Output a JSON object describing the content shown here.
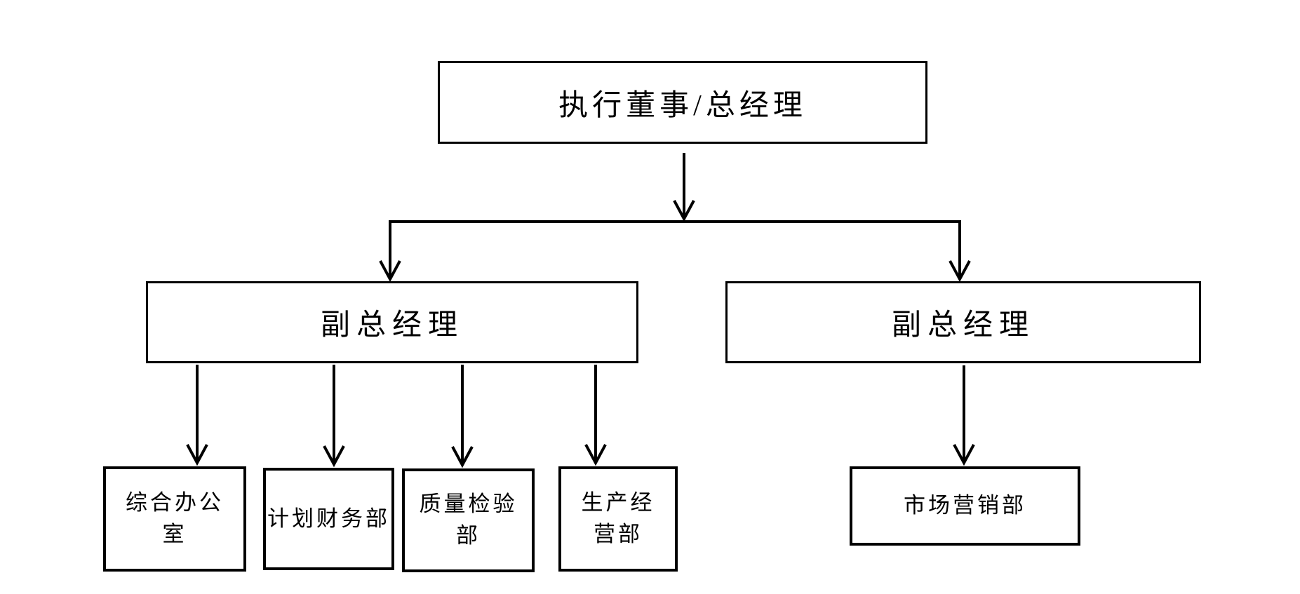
{
  "diagram": {
    "type": "org-chart",
    "background_color": "#ffffff",
    "line_color": "#000000",
    "nodes": {
      "root": {
        "label": "执行董事/总经理"
      },
      "deputy_left": {
        "label": "副总经理"
      },
      "deputy_right": {
        "label": "副总经理"
      },
      "dept_general_office": {
        "label": "综合办公\n室"
      },
      "dept_planning_finance": {
        "label": "计划财务部"
      },
      "dept_quality_inspection": {
        "label": "质量检验\n部"
      },
      "dept_production_operation": {
        "label": "生产经\n营部"
      },
      "dept_marketing": {
        "label": "市场营销部"
      }
    },
    "edges": [
      {
        "from": "root",
        "to": "deputy_left"
      },
      {
        "from": "root",
        "to": "deputy_right"
      },
      {
        "from": "deputy_left",
        "to": "dept_general_office"
      },
      {
        "from": "deputy_left",
        "to": "dept_planning_finance"
      },
      {
        "from": "deputy_left",
        "to": "dept_quality_inspection"
      },
      {
        "from": "deputy_left",
        "to": "dept_production_operation"
      },
      {
        "from": "deputy_right",
        "to": "dept_marketing"
      }
    ]
  }
}
